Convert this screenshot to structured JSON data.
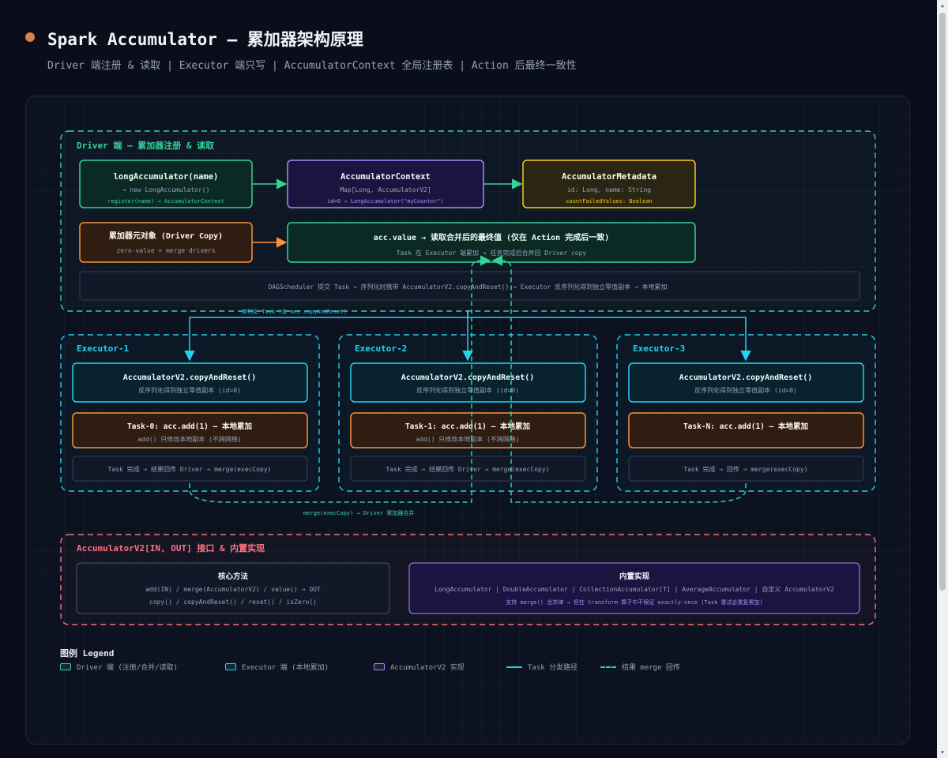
{
  "header": {
    "title": "Spark Accumulator — 累加器架构原理",
    "subtitle": "Driver 端注册 & 读取 | Executor 端只写 | AccumulatorContext 全局注册表 | Action 后最终一致性"
  },
  "colors": {
    "driver": "#34d399",
    "executor": "#22d3ee",
    "impl": "#a78bfa",
    "metadata": "#facc15",
    "task": "#fb923c",
    "interface": "#fb7185"
  },
  "driver": {
    "label": "Driver 端 — 累加器注册 & 读取",
    "long_acc": {
      "title": "longAccumulator(name)",
      "line1": "→ new LongAccumulator()",
      "line2": "register(name) → AccumulatorContext"
    },
    "ctx": {
      "title": "AccumulatorContext",
      "line1": "Map[Long, AccumulatorV2]",
      "line2": "id=0 → LongAccumulator(\"myCounter\")"
    },
    "meta": {
      "title": "AccumulatorMetadata",
      "line1": "id: Long, name: String",
      "line2": "countFailedValues: Boolean"
    },
    "copy": {
      "title": "累加器元对象 (Driver Copy)",
      "line1": "zero-value + merge drivers"
    },
    "value": {
      "title": "acc.value → 读取合并后的最终值 (仅在 Action 完成后一致)",
      "line1": "Task 在 Executor 端累加 → 任务完成后合并回 Driver copy"
    },
    "scheduler": "DAGScheduler 提交 Task → 序列化时携带 AccumulatorV2.copyAndReset() → Executor 反序列化得到独立零值副本 → 本地累加"
  },
  "flow": {
    "serialize": "序列化 Task (含 acc.copyAndReset)",
    "merge": "merge(execCopy) → Driver 累加器合并"
  },
  "executors": [
    {
      "name": "Executor-1",
      "copy_title": "AccumulatorV2.copyAndReset()",
      "copy_sub": "反序列化得到独立零值副本 (id=0)",
      "task_title": "Task-0: acc.add(1) — 本地累加",
      "task_sub": "add() 只修改本地副本 (不跨网络)",
      "done": "Task 完成 → 结果回传 Driver → merge(execCopy)"
    },
    {
      "name": "Executor-2",
      "copy_title": "AccumulatorV2.copyAndReset()",
      "copy_sub": "反序列化得到独立零值副本 (id=0)",
      "task_title": "Task-1: acc.add(1) — 本地累加",
      "task_sub": "add() 只修改本地副本 (不跨网络)",
      "done": "Task 完成 → 结果回传 Driver → merge(execCopy)"
    },
    {
      "name": "Executor-3",
      "copy_title": "AccumulatorV2.copyAndReset()",
      "copy_sub": "反序列化得到独立零值副本 (id=0)",
      "task_title": "Task-N: acc.add(1) — 本地累加",
      "task_sub": "",
      "done": "Task 完成 → 回传 → merge(execCopy)"
    }
  ],
  "interface": {
    "label": "AccumulatorV2[IN, OUT] 接口 & 内置实现",
    "core": {
      "title": "核心方法",
      "line1": "add(IN) / merge(AccumulatorV2) / value() → OUT",
      "line2": "copy() / copyAndReset() / reset() / isZero()"
    },
    "builtin": {
      "title": "内置实现",
      "line1": "LongAccumulator | DoubleAccumulator | CollectionAccumulator[T] | AverageAccumulator | 自定义 AccumulatorV2",
      "line2": "支持 merge() 合并律 → 但在 transform 算子中不保证 exactly-once (Task 重试会重复累加)"
    }
  },
  "legend": {
    "title": "图例 Legend",
    "items": [
      {
        "label": "Driver 端 (注册/合并/读取)",
        "kind": "box",
        "color": "#34d399"
      },
      {
        "label": "Executor 端 (本地累加)",
        "kind": "box",
        "color": "#22d3ee"
      },
      {
        "label": "AccumulatorV2 实现",
        "kind": "box",
        "color": "#a78bfa"
      },
      {
        "label": "Task 分发路径",
        "kind": "solid",
        "color": "#22d3ee"
      },
      {
        "label": "结果 merge 回传",
        "kind": "dashed",
        "color": "#34d399"
      }
    ]
  }
}
